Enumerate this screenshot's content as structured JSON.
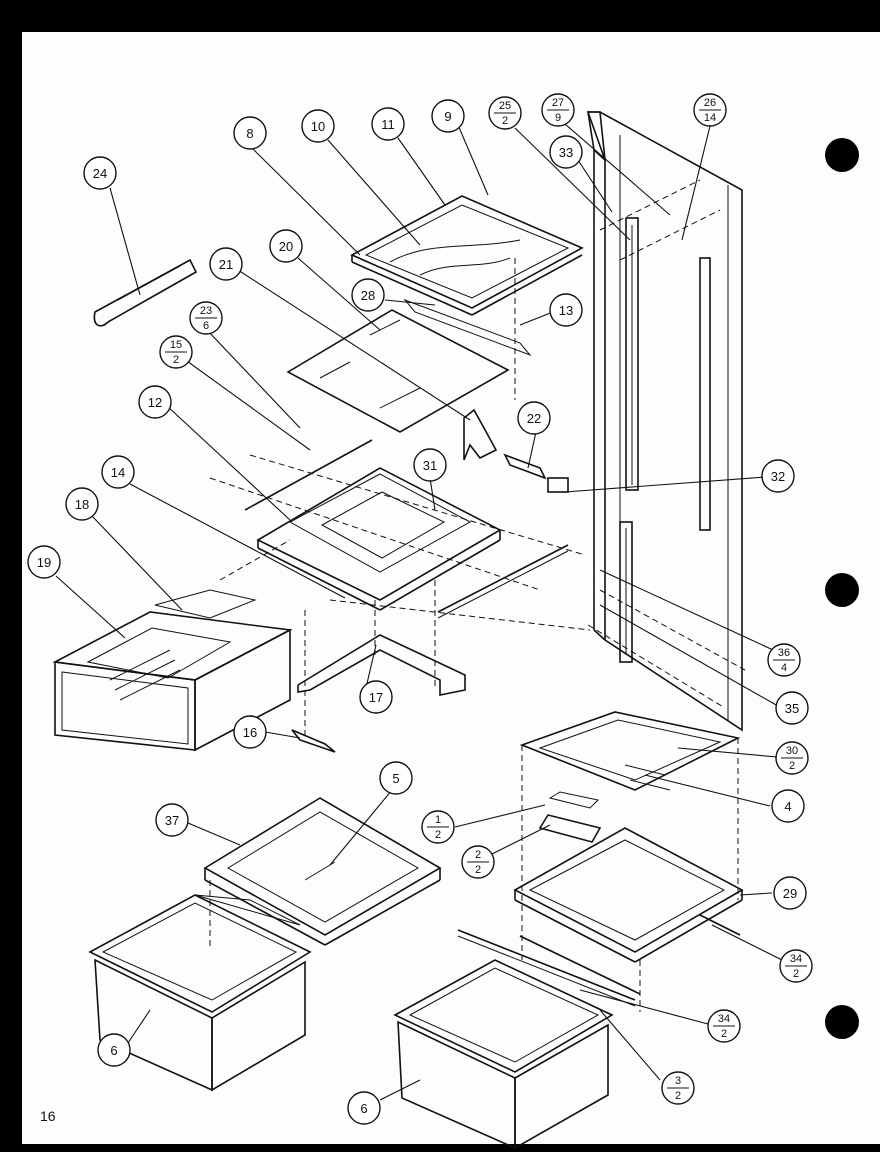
{
  "page_number": "16",
  "callouts": [
    {
      "id": "c1",
      "top": "1",
      "bottom": "2"
    },
    {
      "id": "c2",
      "top": "2",
      "bottom": "2"
    },
    {
      "id": "c3",
      "top": "3",
      "bottom": "2"
    },
    {
      "id": "c4",
      "top": "4"
    },
    {
      "id": "c5",
      "top": "5"
    },
    {
      "id": "c6a",
      "top": "6"
    },
    {
      "id": "c6b",
      "top": "6"
    },
    {
      "id": "c8",
      "top": "8"
    },
    {
      "id": "c9",
      "top": "9"
    },
    {
      "id": "c10",
      "top": "10"
    },
    {
      "id": "c11",
      "top": "11"
    },
    {
      "id": "c12",
      "top": "12"
    },
    {
      "id": "c13",
      "top": "13"
    },
    {
      "id": "c14",
      "top": "14"
    },
    {
      "id": "c15",
      "top": "15",
      "bottom": "2"
    },
    {
      "id": "c16",
      "top": "16"
    },
    {
      "id": "c17",
      "top": "17"
    },
    {
      "id": "c18",
      "top": "18"
    },
    {
      "id": "c19",
      "top": "19"
    },
    {
      "id": "c20",
      "top": "20"
    },
    {
      "id": "c21",
      "top": "21"
    },
    {
      "id": "c22",
      "top": "22"
    },
    {
      "id": "c23",
      "top": "23",
      "bottom": "6"
    },
    {
      "id": "c24",
      "top": "24"
    },
    {
      "id": "c25",
      "top": "25",
      "bottom": "2"
    },
    {
      "id": "c26",
      "top": "26",
      "bottom": "14"
    },
    {
      "id": "c27",
      "top": "27",
      "bottom": "9"
    },
    {
      "id": "c28",
      "top": "28"
    },
    {
      "id": "c29",
      "top": "29"
    },
    {
      "id": "c30",
      "top": "30",
      "bottom": "2"
    },
    {
      "id": "c31",
      "top": "31"
    },
    {
      "id": "c32",
      "top": "32"
    },
    {
      "id": "c33",
      "top": "33"
    },
    {
      "id": "c34a",
      "top": "34",
      "bottom": "2"
    },
    {
      "id": "c34b",
      "top": "34",
      "bottom": "2"
    },
    {
      "id": "c35",
      "top": "35"
    },
    {
      "id": "c36",
      "top": "36",
      "bottom": "4"
    },
    {
      "id": "c37",
      "top": "37"
    }
  ]
}
